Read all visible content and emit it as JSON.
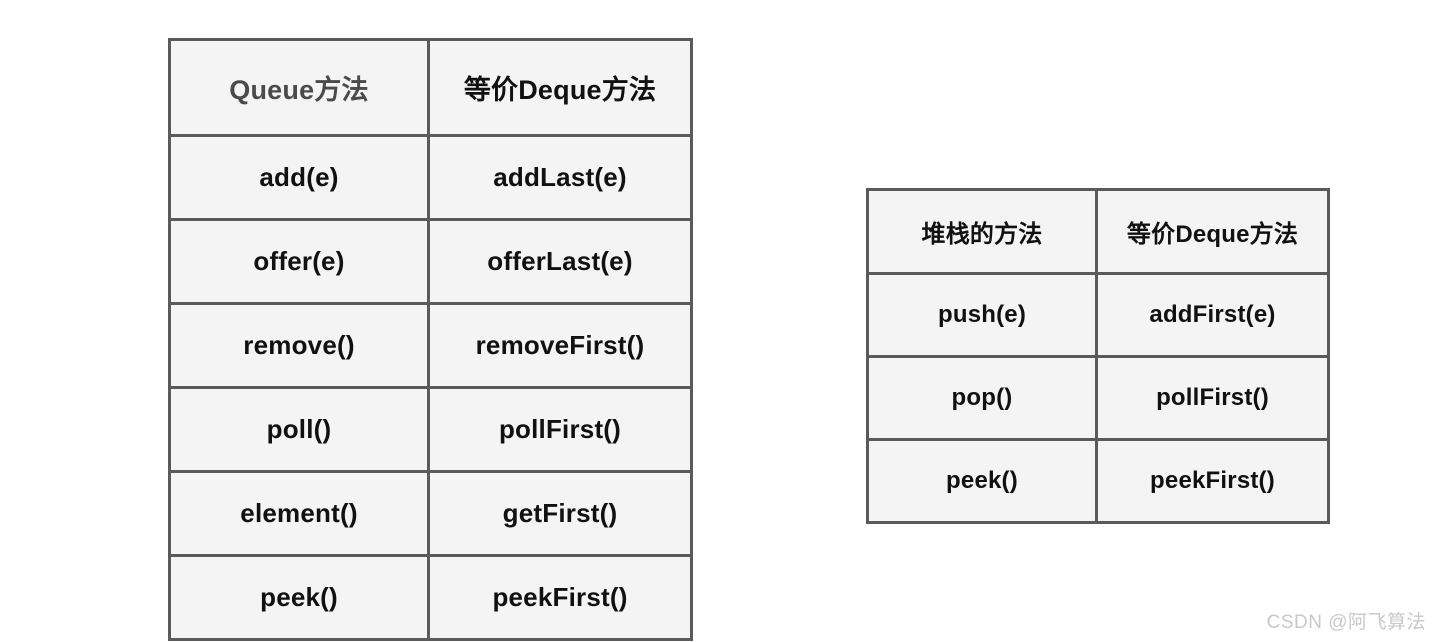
{
  "page": {
    "background_color": "#ffffff",
    "border_color": "#5a5a5a",
    "cell_background": "#f4f4f4",
    "text_color": "#111111",
    "muted_text_color": "#4a4a4a"
  },
  "queue_table": {
    "headers": [
      "Queue方法",
      "等价Deque方法"
    ],
    "rows": [
      [
        "add(e)",
        "addLast(e)"
      ],
      [
        "offer(e)",
        "offerLast(e)"
      ],
      [
        "remove()",
        "removeFirst()"
      ],
      [
        "poll()",
        "pollFirst()"
      ],
      [
        "element()",
        "getFirst()"
      ],
      [
        "peek()",
        "peekFirst()"
      ]
    ]
  },
  "stack_table": {
    "headers": [
      "堆栈的方法",
      "等价Deque方法"
    ],
    "rows": [
      [
        "push(e)",
        "addFirst(e)"
      ],
      [
        "pop()",
        "pollFirst()"
      ],
      [
        "peek()",
        "peekFirst()"
      ]
    ]
  },
  "watermark": {
    "text": "CSDN @阿飞算法"
  }
}
